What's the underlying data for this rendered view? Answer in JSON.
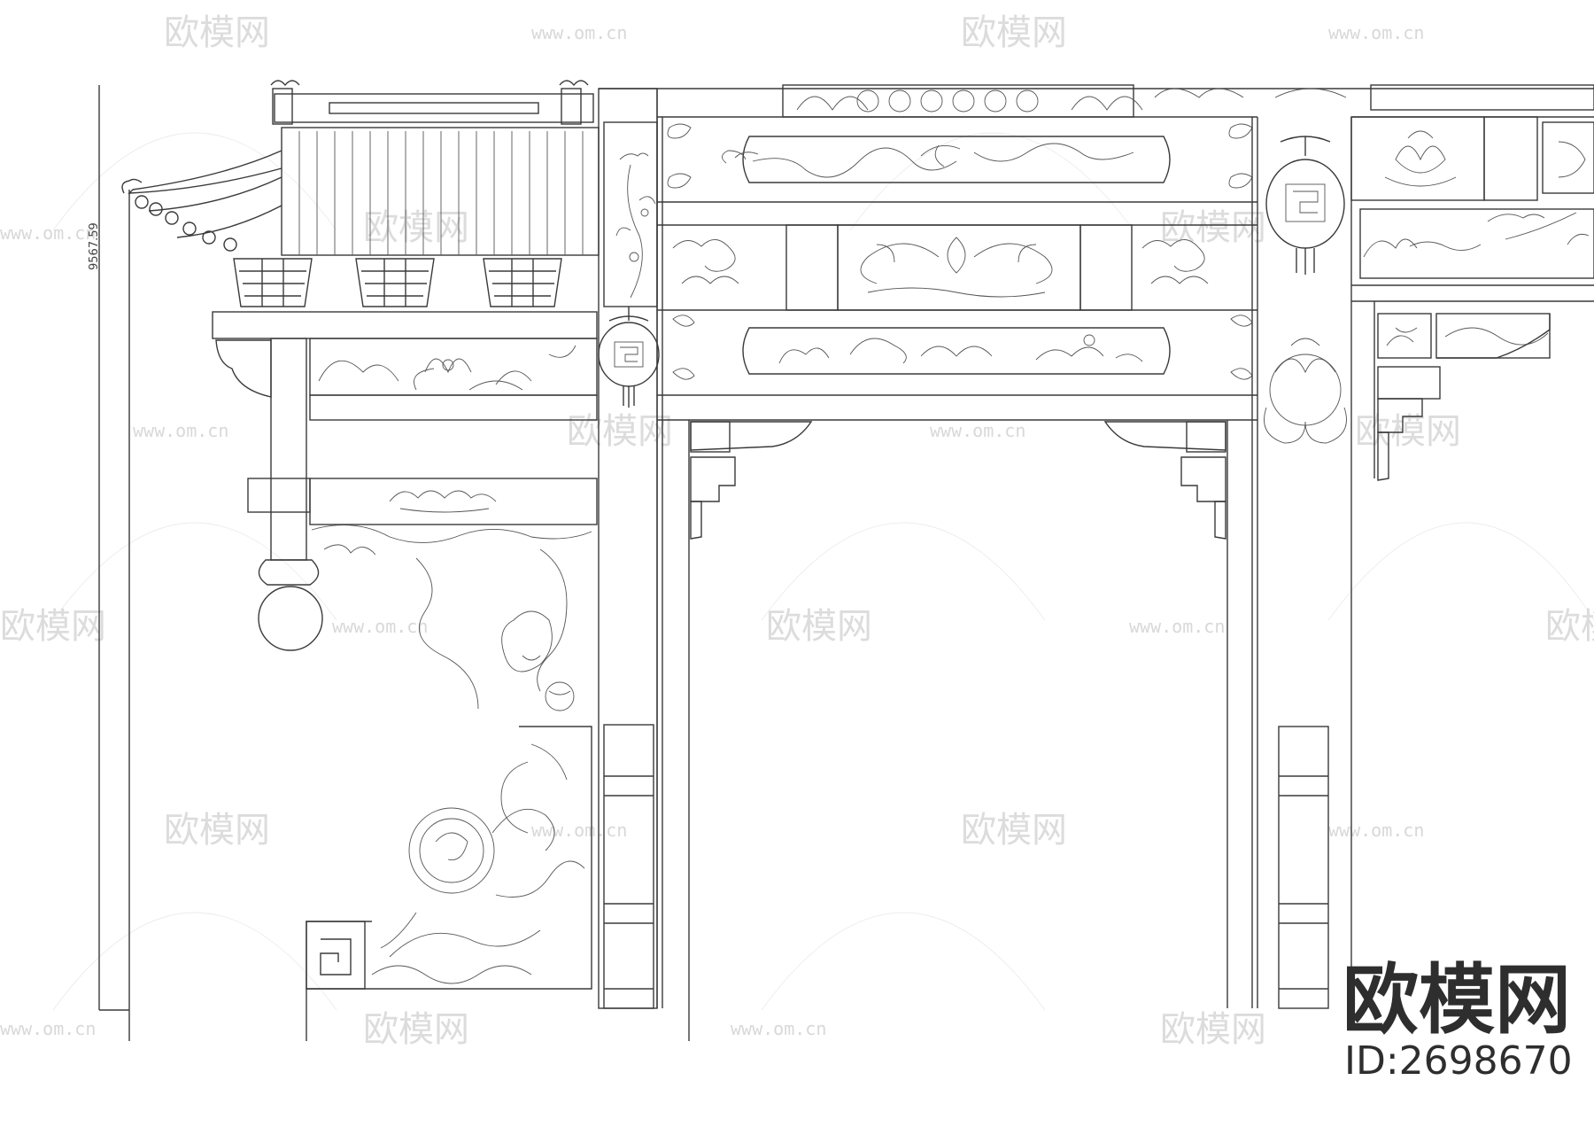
{
  "drawing": {
    "dimension_label": "9567.59",
    "stroke_color": "#3a3a3a",
    "background_color": "#ffffff"
  },
  "watermark": {
    "logo_text": "欧模网",
    "url_text": "www.om.cn",
    "color": "#d8d8d8"
  },
  "brand": {
    "logo_text": "欧模网",
    "id_text": "ID:2698670",
    "color": "#2e2e2e"
  },
  "icons": [
    "lantern-icon",
    "lotus-carving-icon",
    "cloud-carving-icon",
    "lion-carving-icon",
    "bird-carving-icon",
    "scroll-vine-carving-icon"
  ]
}
